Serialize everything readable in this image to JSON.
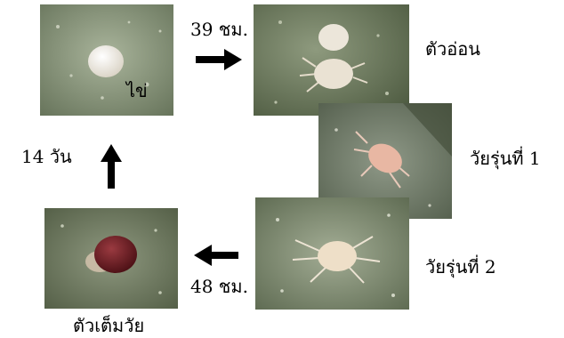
{
  "stages": {
    "egg": {
      "label": "ไข่"
    },
    "larva": {
      "label": "ตัวอ่อน"
    },
    "protonymph": {
      "label": "วัยรุ่นที่ 1"
    },
    "deutonymph": {
      "label": "วัยรุ่นที่ 2"
    },
    "adult": {
      "label": "ตัวเต็มวัย"
    }
  },
  "durations": {
    "egg_to_larva": "39 ชม.",
    "deutonymph_to_adult": "48 ชม.",
    "adult_to_egg": "14 วัน"
  },
  "colors": {
    "leaf_dark": "#5d6a4c",
    "leaf_light": "#9ba68c",
    "egg": "#f1ece2",
    "mite_pale": "#efe6d6",
    "mite_pink": "#e8b9a6",
    "adult_body": "#6b1c22",
    "arrow": "#000000"
  }
}
